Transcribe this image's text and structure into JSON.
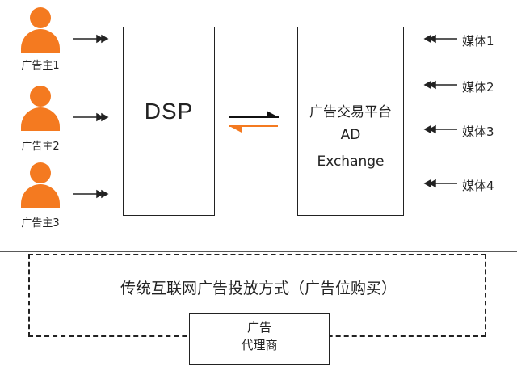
{
  "colors": {
    "accent": "#F47A20",
    "line": "#222222",
    "return_arrow": "#F47A20"
  },
  "advertisers": [
    {
      "label": "广告主1",
      "icon": "person-icon"
    },
    {
      "label": "广告主2",
      "icon": "person-icon"
    },
    {
      "label": "广告主3",
      "icon": "person-icon"
    }
  ],
  "dsp": {
    "label": "DSP"
  },
  "exchange": {
    "line1": "广告交易平台",
    "line2": "AD",
    "line3": "Exchange"
  },
  "media": [
    {
      "label": "媒体1"
    },
    {
      "label": "媒体2"
    },
    {
      "label": "媒体3"
    },
    {
      "label": "媒体4"
    }
  ],
  "traditional": {
    "label": "传统互联网广告投放方式（广告位购买）"
  },
  "agency": {
    "line1": "广告",
    "line2": "代理商"
  }
}
